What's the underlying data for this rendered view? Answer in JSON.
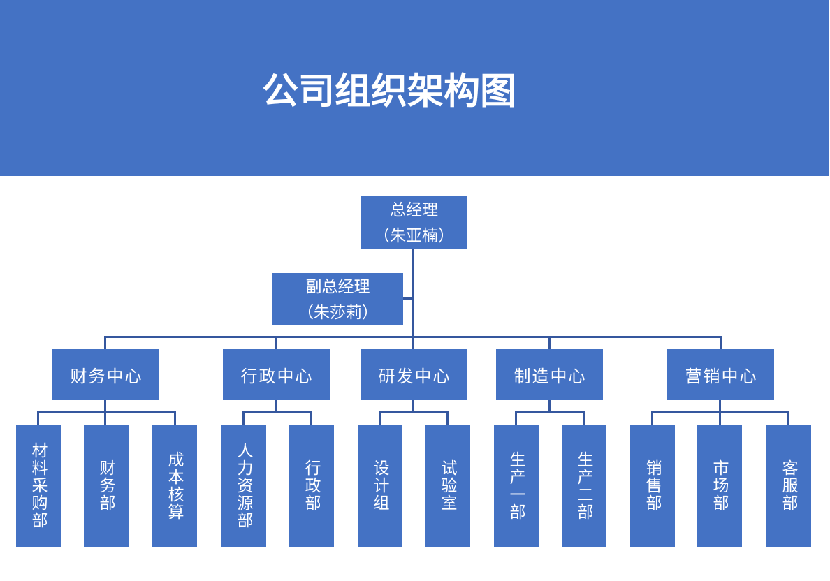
{
  "page": {
    "title": "公司组织架构图"
  },
  "colors": {
    "banner": "#4472C4",
    "box_fill": "#4472C4",
    "connector": "#35579E",
    "text": "#FFFFFF"
  },
  "org": {
    "root": {
      "title": "总经理",
      "name": "（朱亚楠）"
    },
    "deputy": {
      "title": "副总经理",
      "name": "（朱莎莉）"
    },
    "centers": [
      {
        "label": "财务中心",
        "children": [
          "材料采购部",
          "财务部",
          "成本核算"
        ]
      },
      {
        "label": "行政中心",
        "children": [
          "人力资源部",
          "行政部"
        ]
      },
      {
        "label": "研发中心",
        "children": [
          "设计组",
          "试验室"
        ]
      },
      {
        "label": "制造中心",
        "children": [
          "生产一部",
          "生产二部"
        ]
      },
      {
        "label": "营销中心",
        "children": [
          "销售部",
          "市场部",
          "客服部"
        ]
      }
    ]
  }
}
